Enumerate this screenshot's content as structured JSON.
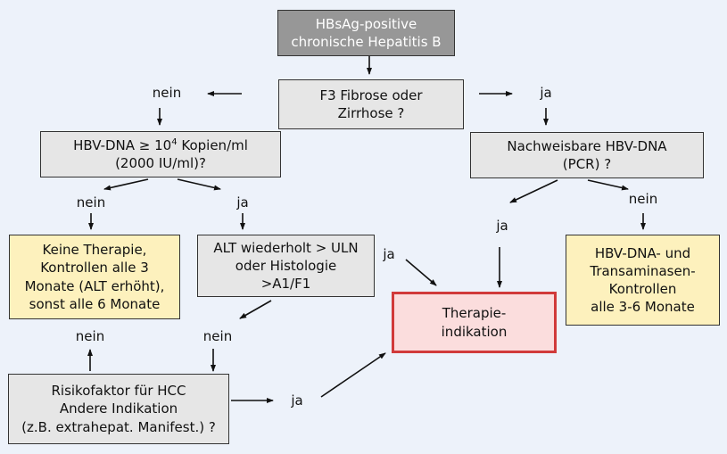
{
  "colors": {
    "background": "#edf2fa",
    "question_box": "#e6e6e6",
    "start_box": "#979797",
    "outcome_box": "#fdf1bd",
    "therapy_box_fill": "#fbdddd",
    "therapy_box_border": "#d13a3a"
  },
  "nodes": {
    "start": "HBsAg-positive\nchronische Hepatitis B",
    "fibrosis": "F3 Fibrose oder\nZirrhose ?",
    "hbv_dna_threshold_prefix": "HBV-DNA ≥ 10",
    "hbv_dna_threshold_exp": "4",
    "hbv_dna_threshold_suffix": " Kopien/ml",
    "hbv_dna_threshold_line2": "(2000 IU/ml)?",
    "detectable_dna": "Nachweisbare HBV-DNA\n(PCR) ?",
    "no_therapy": "Keine Therapie,\nKontrollen alle 3\nMonate (ALT erhöht),\nsonst alle 6 Monate",
    "alt_histology": "ALT wiederholt > ULN\noder Histologie\n>A1/F1",
    "therapy_indication": "Therapie-\nindikation",
    "monitoring": "HBV-DNA- und\nTransaminasen-\nKontrollen\nalle 3-6 Monate",
    "risk_factor": "Risikofaktor für HCC\nAndere Indikation\n(z.B. extrahepat. Manifest.) ?"
  },
  "labels": {
    "fibrosis_no": "nein",
    "fibrosis_yes": "ja",
    "dna_threshold_no": "nein",
    "dna_threshold_yes": "ja",
    "detectable_yes": "ja",
    "detectable_no": "nein",
    "alt_yes": "ja",
    "alt_no": "nein",
    "risk_no": "nein",
    "risk_yes": "ja"
  }
}
